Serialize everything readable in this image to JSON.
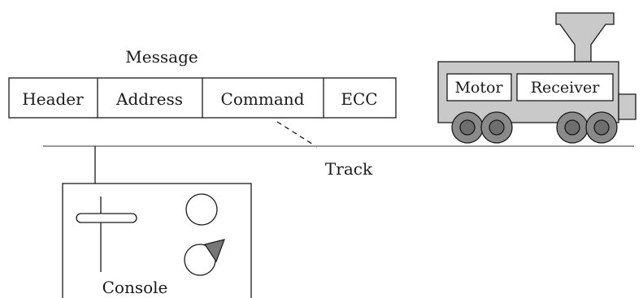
{
  "message": {
    "title": "Message",
    "fields": [
      "Header",
      "Address",
      "Command",
      "ECC"
    ]
  },
  "track": {
    "label": "Track"
  },
  "train": {
    "motor_label": "Motor",
    "receiver_label": "Receiver"
  },
  "console": {
    "label": "Console"
  },
  "colors": {
    "locomotive_body": "#c9c9c9",
    "wheel_outer": "#8a8a8a",
    "wheel_hub": "#6e6e6e",
    "track_line": "#9a9a9a",
    "button_fill": "#777777"
  }
}
